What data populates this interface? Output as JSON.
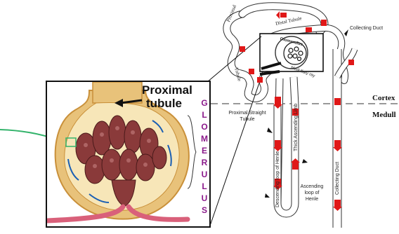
{
  "kidney_labels": {
    "proximal": "Proximal",
    "distal_tubule": "Distal Tubule",
    "collecting_duct_top": "Collecting Duct",
    "glomerulus_small": "Glomerulus",
    "tubule": "Tubule",
    "medulla_ray": "Medullary ray",
    "cortex": "Cortex",
    "medulla": "Medull",
    "proximal_straight_tubule": "Proximal Straight Tubule",
    "thick_ascending_limb": "Thick Ascending Limb",
    "descending_loop": "Descending loop of Henle",
    "ascending_loop": "Ascending loop of Henle",
    "collecting_duct_vertical": "Collecting Duct"
  },
  "inset": {
    "proximal_tubule": "Proximal tubule",
    "glomerulus_letters": [
      "G",
      "L",
      "O",
      "M",
      "E",
      "R",
      "U",
      "L",
      "U",
      "S"
    ]
  },
  "colors": {
    "arrow_red": "#e01818",
    "glomerulus_purple": "#8b1a8b",
    "capsule_tan": "#e8c27a",
    "capillary_brown": "#8a3a3a",
    "vessel_pink": "#d9607a",
    "guide_green": "#33b36b"
  }
}
